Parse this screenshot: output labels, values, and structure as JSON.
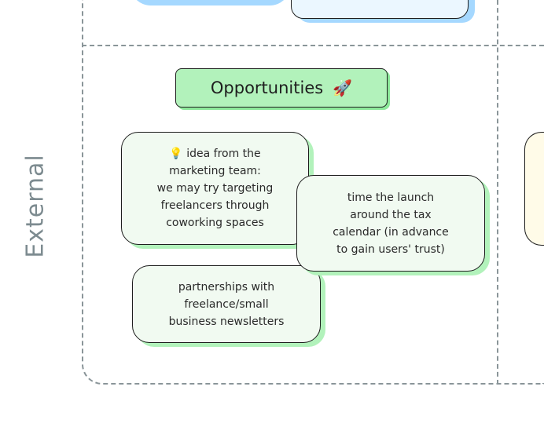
{
  "quadrant_row_label": "External",
  "section": {
    "title": "Opportunities",
    "icon": "rocket-icon"
  },
  "notes": [
    {
      "icon": "lightbulb-icon",
      "text": "idea from the\nmarketing team:\nwe may try targeting\nfreelancers through\ncoworking spaces"
    },
    {
      "text": "time the launch\naround the tax\ncalendar (in advance\nto gain users' trust)"
    },
    {
      "text": "partnerships with\nfreelance/small\nbusiness newsletters"
    }
  ],
  "colors": {
    "opportunity_fill": "#b2f2bb",
    "note_fill": "#f1faf1",
    "blue_fill": "#a5d8ff",
    "yellow_fill": "#fffbe8",
    "divider": "#8a9599"
  }
}
